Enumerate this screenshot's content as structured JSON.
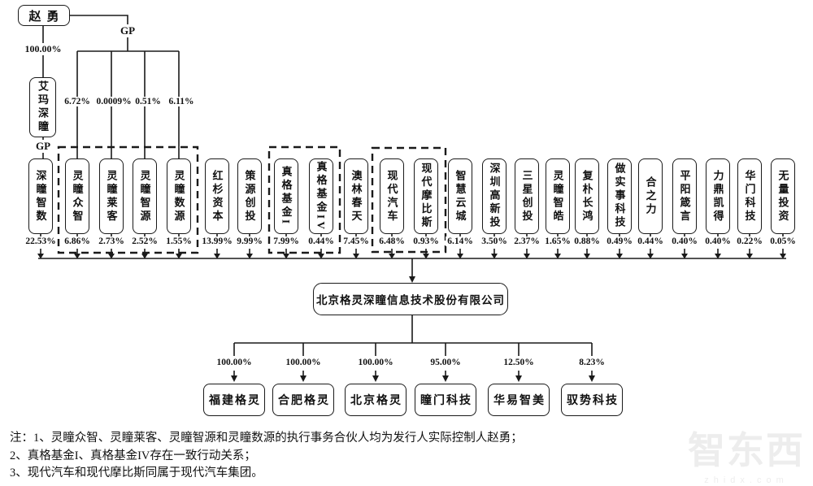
{
  "diagram": {
    "actual_controller": "赵勇",
    "gp_label_top": "GP",
    "gp_label_left": "GP",
    "aima_holding_pct": "100.00%",
    "aima_entity": "艾玛深瞳",
    "gp_branch_pcts": [
      "6.72%",
      "0.0009%",
      "0.51%",
      "6.11%"
    ],
    "shareholders": [
      {
        "name": "深瞳智数",
        "pct": "22.53%"
      },
      {
        "name": "灵瞳众智",
        "pct": "6.86%"
      },
      {
        "name": "灵瞳莱客",
        "pct": "2.73%"
      },
      {
        "name": "灵瞳智源",
        "pct": "2.52%"
      },
      {
        "name": "灵瞳数源",
        "pct": "1.55%"
      },
      {
        "name": "红杉资本",
        "pct": "13.99%"
      },
      {
        "name": "策源创投",
        "pct": "9.99%"
      },
      {
        "name": "真格基金I",
        "pct": "7.99%"
      },
      {
        "name": "真格基金IV",
        "pct": "0.44%"
      },
      {
        "name": "澳林春天",
        "pct": "7.45%"
      },
      {
        "name": "现代汽车",
        "pct": "6.48%"
      },
      {
        "name": "现代摩比斯",
        "pct": "0.93%"
      },
      {
        "name": "智慧云城",
        "pct": "6.14%"
      },
      {
        "name": "深圳高新投",
        "pct": "3.50%"
      },
      {
        "name": "三星创投",
        "pct": "2.37%"
      },
      {
        "name": "灵瞳智皓",
        "pct": "1.65%"
      },
      {
        "name": "复朴长鸿",
        "pct": "0.88%"
      },
      {
        "name": "做实事科技",
        "pct": "0.49%"
      },
      {
        "name": "合之力",
        "pct": "0.44%"
      },
      {
        "name": "平阳箴言",
        "pct": "0.40%"
      },
      {
        "name": "力鼎凯得",
        "pct": "0.40%"
      },
      {
        "name": "华门科技",
        "pct": "0.22%"
      },
      {
        "name": "无量投资",
        "pct": "0.05%"
      }
    ],
    "company": "北京格灵深瞳信息技术股份有限公司",
    "subsidiaries": [
      {
        "name": "福建格灵",
        "pct": "100.00%"
      },
      {
        "name": "合肥格灵",
        "pct": "100.00%"
      },
      {
        "name": "北京格灵",
        "pct": "100.00%"
      },
      {
        "name": "瞳门科技",
        "pct": "95.00%"
      },
      {
        "name": "华易智美",
        "pct": "12.50%"
      },
      {
        "name": "驭势科技",
        "pct": "8.23%"
      }
    ],
    "notes": [
      "注：1、灵瞳众智、灵瞳莱客、灵瞳智源和灵瞳数源的执行事务合伙人均为发行人实际控制人赵勇；",
      "2、真格基金I、真格基金IV存在一致行动关系；",
      "3、现代汽车和现代摩比斯同属于现代汽车集团。"
    ],
    "watermark": {
      "brand": "智东西",
      "domain": "zhidx.com"
    }
  }
}
